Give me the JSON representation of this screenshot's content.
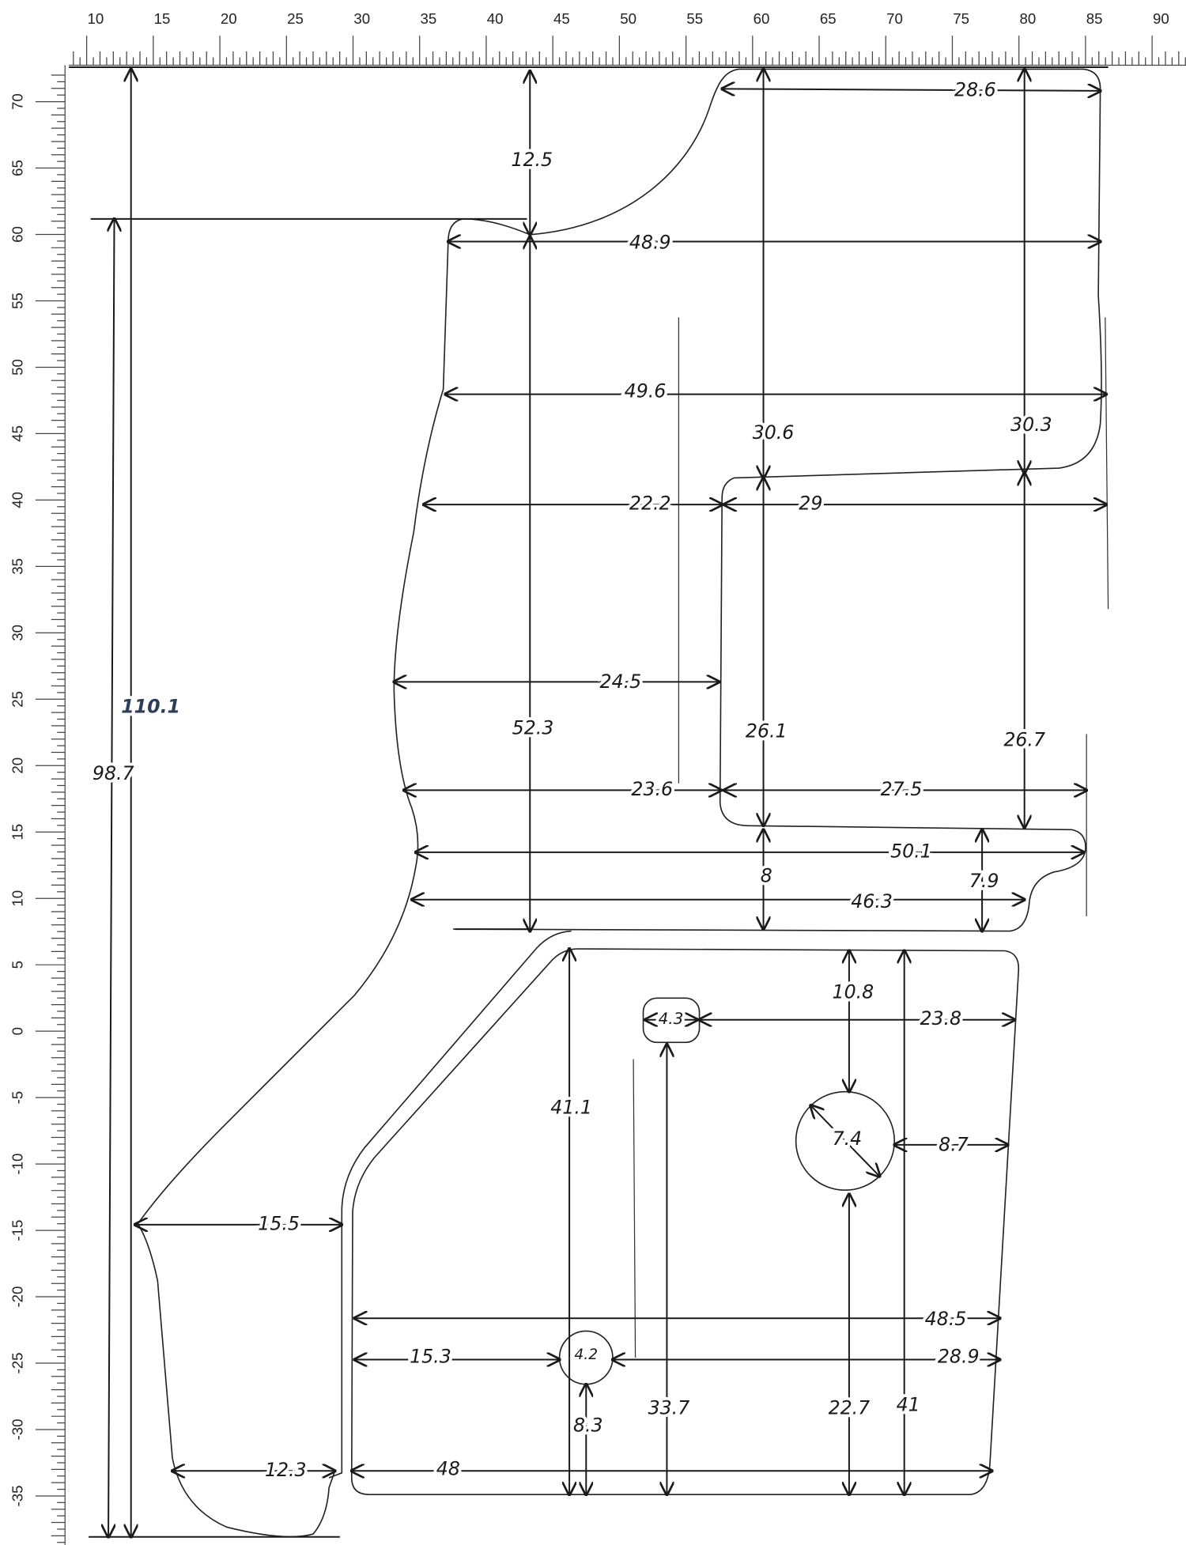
{
  "ruler_top": {
    "labels": [
      "10",
      "15",
      "20",
      "25",
      "30",
      "35",
      "40",
      "45",
      "50",
      "55",
      "60",
      "65",
      "70",
      "75",
      "80",
      "85",
      "90"
    ]
  },
  "ruler_left": {
    "labels": [
      "70",
      "65",
      "60",
      "55",
      "50",
      "45",
      "40",
      "35",
      "30",
      "25",
      "20",
      "15",
      "10",
      "5",
      "0",
      "-5",
      "-10",
      "-15",
      "-20",
      "-25",
      "-30",
      "-35"
    ]
  },
  "dimensions": {
    "d28_6": "28.6",
    "d12_5": "12.5",
    "d48_9": "48.9",
    "d49_6": "49.6",
    "d30_6": "30.6",
    "d30_3": "30.3",
    "d22_2": "22.2",
    "d29": "29",
    "d24_5": "24.5",
    "d52_3": "52.3",
    "d26_1": "26.1",
    "d26_7": "26.7",
    "d23_6": "23.6",
    "d27_5": "27.5",
    "d50_1": "50.1",
    "d7_9": "7.9",
    "d8": "8",
    "d46_3": "46.3",
    "d110_1": "110.1",
    "d98_7": "98.7",
    "d10_8": "10.8",
    "d4_3": "4.3",
    "d23_8": "23.8",
    "d41_1": "41.1",
    "d7_4": "7.4",
    "d8_7": "8.7",
    "d15_5": "15.5",
    "d48_5": "48.5",
    "d15_3": "15.3",
    "d4_2": "4.2",
    "d28_9": "28.9",
    "d33_7": "33.7",
    "d22_7": "22.7",
    "d41": "41",
    "d8_3": "8.3",
    "d12_3": "12.3",
    "d48": "48"
  }
}
